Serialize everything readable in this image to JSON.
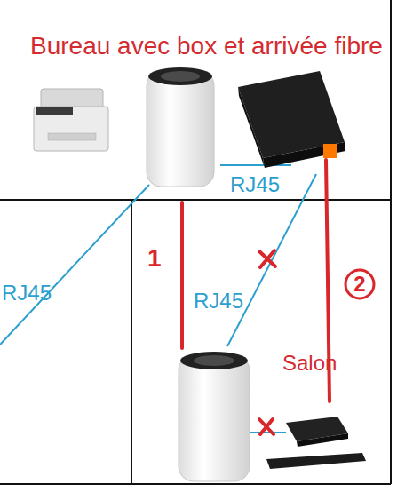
{
  "diagram": {
    "nodes": [
      {
        "text": [
          "Bureau avec box et arrivée fibre"
        ]
      },
      {
        "text": [
          "Salon"
        ]
      }
    ],
    "labels": [
      "RJ45",
      "RJ45",
      "RJ45",
      "1",
      "2"
    ]
  }
}
